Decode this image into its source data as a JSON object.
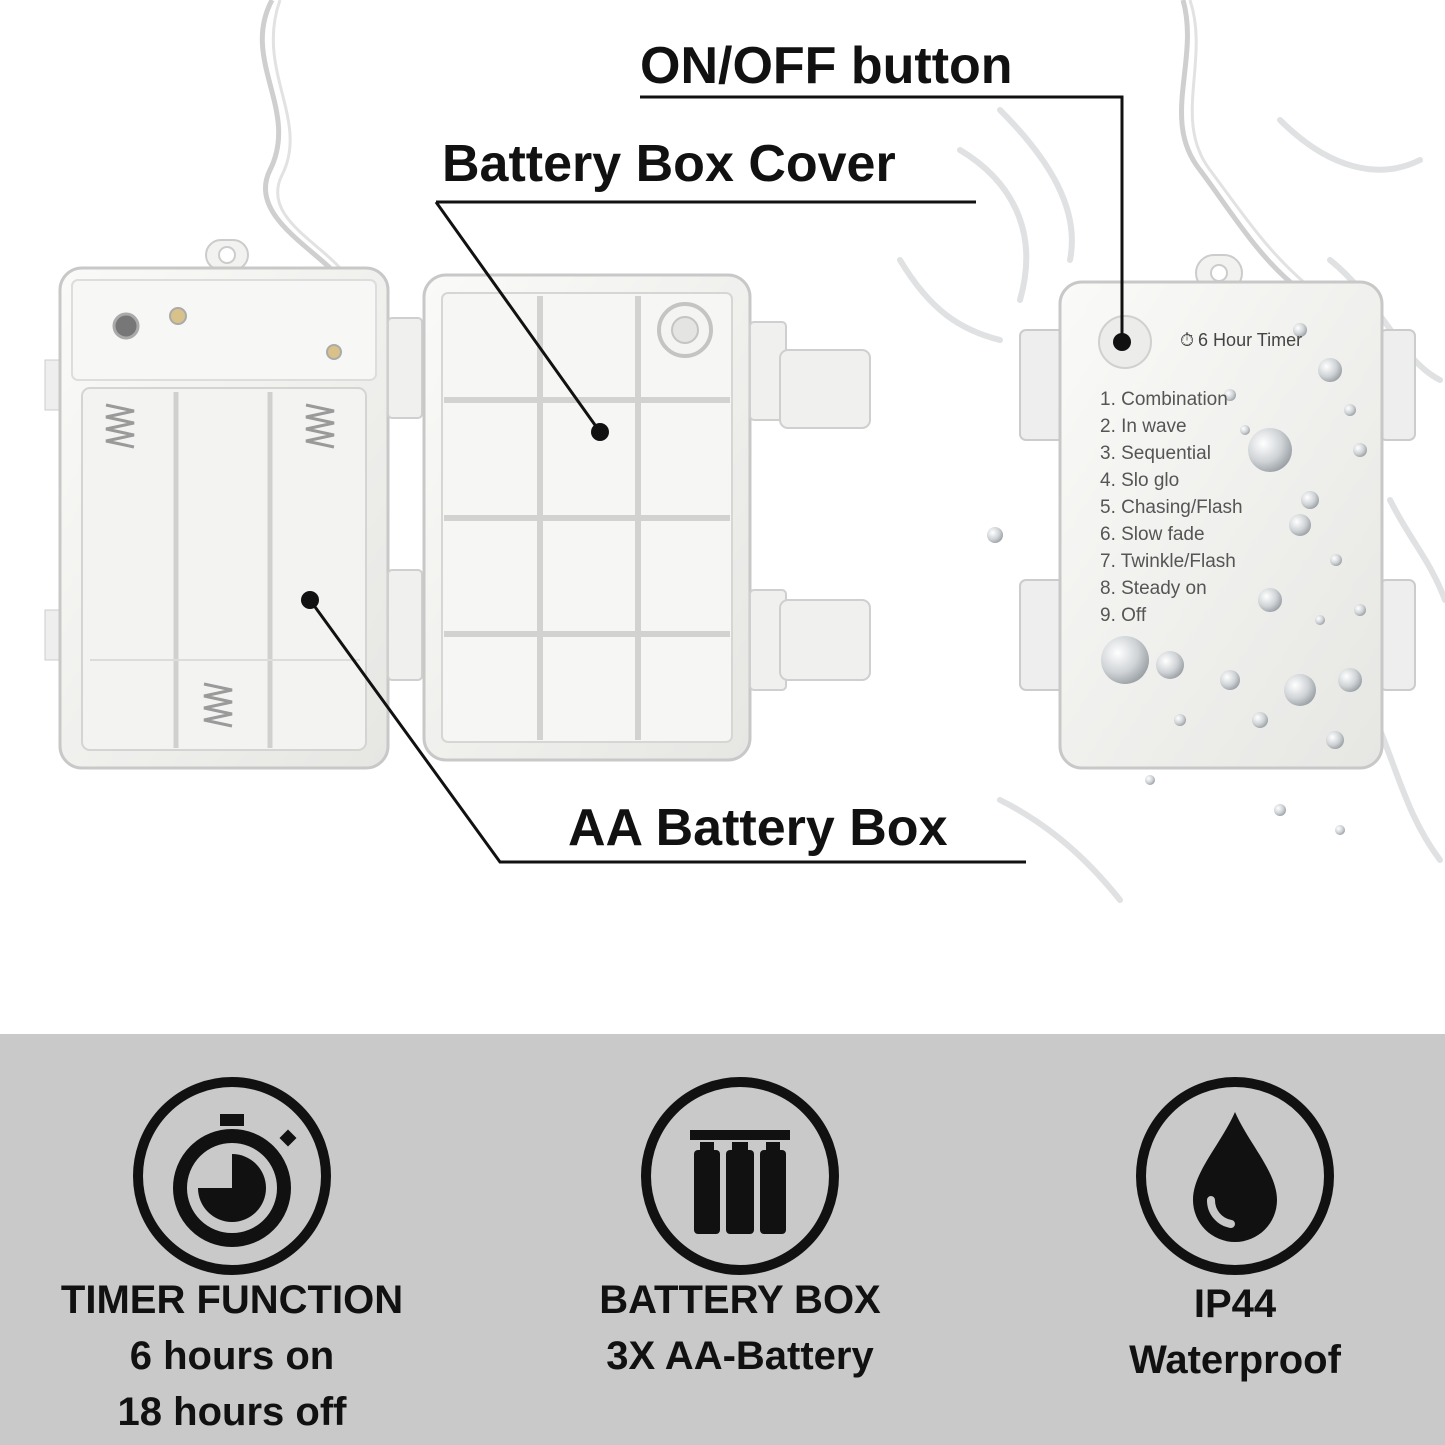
{
  "callouts": {
    "on_off": "ON/OFF button",
    "cover": "Battery Box Cover",
    "aa_box": "AA Battery Box"
  },
  "controller": {
    "timer_label": "6 Hour Timer",
    "modes": [
      "1. Combination",
      "2. In wave",
      "3. Sequential",
      "4. Slo glo",
      "5. Chasing/Flash",
      "6. Slow fade",
      "7. Twinkle/Flash",
      "8. Steady on",
      "9. Off"
    ]
  },
  "features": [
    {
      "icon": "stopwatch-icon",
      "title": "TIMER FUNCTION",
      "lines": [
        "6 hours on",
        "18 hours off"
      ]
    },
    {
      "icon": "battery-icon",
      "title": "BATTERY BOX",
      "lines": [
        "3X AA-Battery"
      ]
    },
    {
      "icon": "water-drop-icon",
      "title": "IP44",
      "lines": [
        "Waterproof"
      ]
    }
  ],
  "colors": {
    "band": "#c9c9c9",
    "text": "#111111",
    "plastic": "#f4f4f2"
  }
}
